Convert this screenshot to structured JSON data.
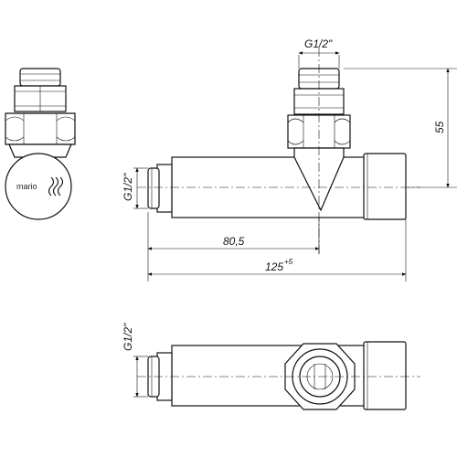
{
  "dimensions": {
    "g_top": "G1/2\"",
    "h55": "55",
    "g_left_top": "G1/2\"",
    "d80": "80,5",
    "d125": "125",
    "d125_tol": "+5",
    "g_left_bottom": "G1/2\""
  },
  "logo": {
    "text": "mario"
  },
  "icons": {
    "logo_mark": "mario-logo-icon"
  }
}
